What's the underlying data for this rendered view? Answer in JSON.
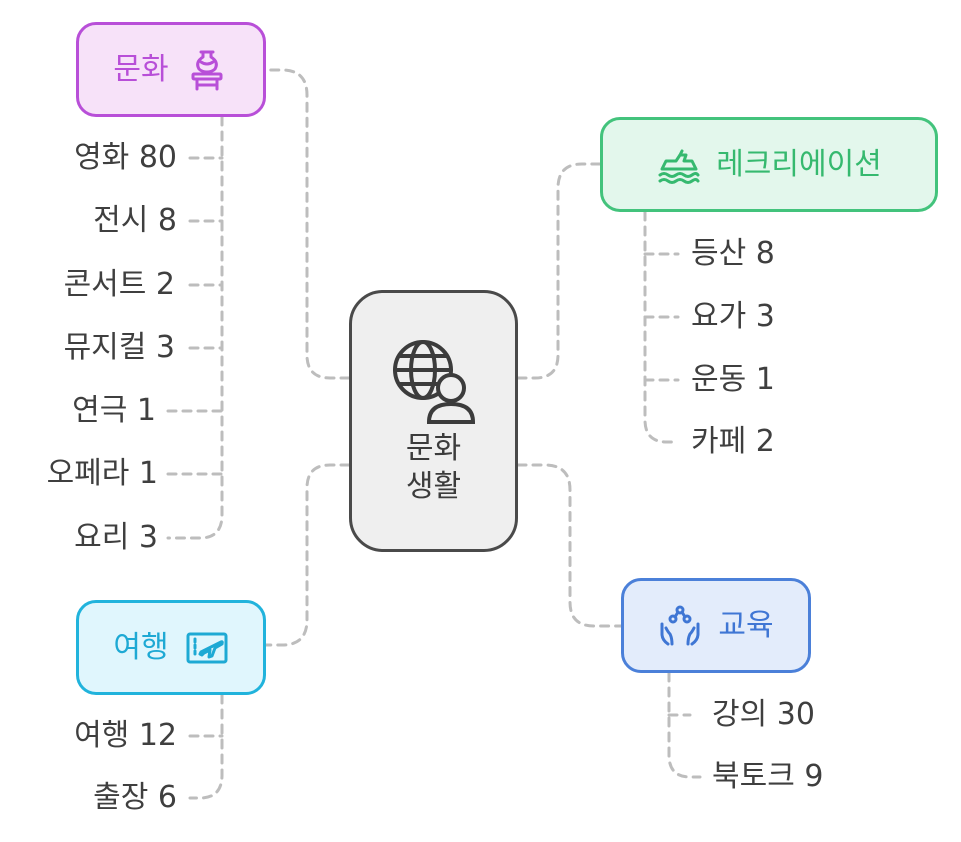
{
  "center": {
    "line1": "문화",
    "line2": "생활",
    "icon": "globe-person-icon"
  },
  "branches": {
    "culture": {
      "label": "문화",
      "icon": "vase-pedestal-icon",
      "color": "#b84fd8",
      "items": [
        "영화 80",
        "전시 8",
        "콘서트 2",
        "뮤지컬 3",
        "연극 1",
        "오페라 1",
        "요리 3"
      ]
    },
    "recreation": {
      "label": "레크리에이션",
      "icon": "jet-ski-icon",
      "color": "#36b96f",
      "items": [
        "등산 8",
        "요가 3",
        "운동 1",
        "카페 2"
      ]
    },
    "travel": {
      "label": "여행",
      "icon": "airplane-ticket-icon",
      "color": "#1ea9d4",
      "items": [
        "여행 12",
        "출장 6"
      ]
    },
    "education": {
      "label": "교육",
      "icon": "hands-network-icon",
      "color": "#3f76d4",
      "items": [
        "강의 30",
        "북토크 9"
      ]
    }
  }
}
